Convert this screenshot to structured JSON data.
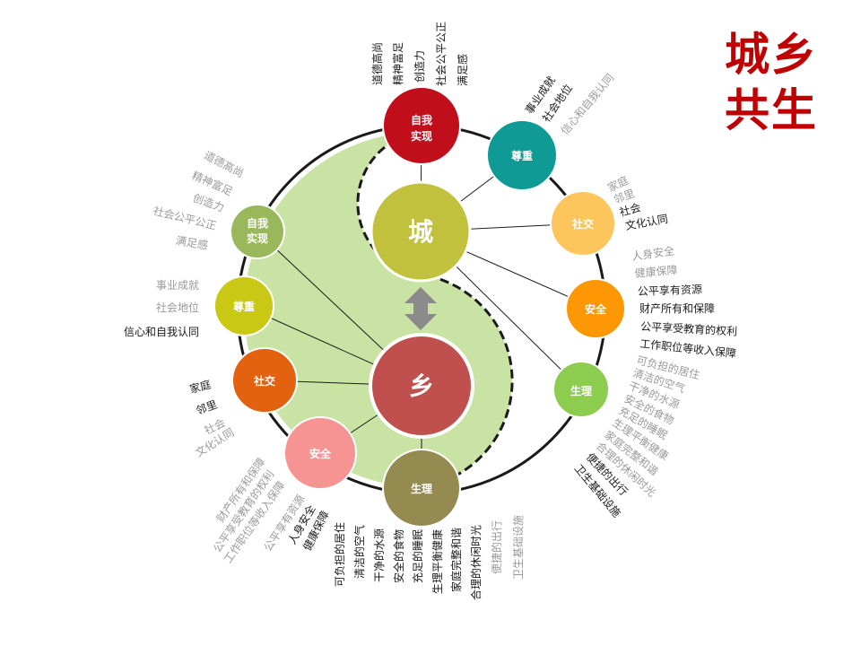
{
  "title": {
    "line1": "城乡",
    "line2": "共生"
  },
  "center": {
    "city": "城",
    "country": "乡"
  },
  "city_nodes": [
    {
      "line1": "自我",
      "line2": "实现",
      "color": "#c00e1a"
    },
    {
      "line1": "尊重",
      "line2": "",
      "color": "#0f9a96"
    },
    {
      "line1": "社交",
      "line2": "",
      "color": "#fcc65d"
    },
    {
      "line1": "安全",
      "line2": "",
      "color": "#fd9703"
    },
    {
      "line1": "生理",
      "line2": "",
      "color": "#8ccc4e"
    }
  ],
  "country_nodes": [
    {
      "line1": "自我",
      "line2": "实现",
      "color": "#99b85b"
    },
    {
      "line1": "尊重",
      "line2": "",
      "color": "#c9c915"
    },
    {
      "line1": "社交",
      "line2": "",
      "color": "#e2620f"
    },
    {
      "line1": "安全",
      "line2": "",
      "color": "#f59493"
    },
    {
      "line1": "生理",
      "line2": "",
      "color": "#958a50"
    }
  ],
  "labels": {
    "top_selfreal": [
      "道德高尚",
      "精神富足",
      "创造力",
      "社会公平公正",
      "满足感"
    ],
    "city_respect": [
      "事业成就",
      "社会地位",
      "信心和自我认同"
    ],
    "city_social": [
      "家庭",
      "邻里",
      "社会",
      "文化认同"
    ],
    "city_safety": [
      "人身安全",
      "健康保障",
      "公平享有资源",
      "财产所有和保障",
      "公平享受教育的权利",
      "工作职位等收入保障"
    ],
    "city_physio": [
      "可负担的居住",
      "清洁的空气",
      "干净的水源",
      "安全的食物",
      "充足的睡眠",
      "生理平衡健康",
      "家庭完整和谐",
      "合理的休闲时光",
      "便捷的出行",
      "卫生基础设施"
    ],
    "left_selfreal": [
      "道德高尚",
      "精神富足",
      "创造力",
      "社会公平公正",
      "满足感"
    ],
    "left_respect": [
      "事业成就",
      "社会地位",
      "信心和自我认同"
    ],
    "left_social": [
      "家庭",
      "邻里",
      "社会",
      "文化认同"
    ],
    "left_safety": [
      "财产所有和保障",
      "公平享受教育的权利",
      "工作职位等收入保障",
      "公平享有资源",
      "人身安全",
      "健康保障"
    ],
    "bottom_physio": [
      "可负担的居住",
      "清洁的空气",
      "干净的水源",
      "安全的食物",
      "充足的睡眠",
      "生理平衡健康",
      "家庭完整和谐",
      "合理的休闲时光",
      "便捷的出行",
      "卫生基础设施"
    ]
  },
  "colors": {
    "ring": "#1a1a1a",
    "green_fill": "#c8e3a3",
    "arrow": "#8a8a8a",
    "text_dark": "#1a1a1a",
    "text_gray": "#9a9a9a",
    "title": "#c00000"
  }
}
